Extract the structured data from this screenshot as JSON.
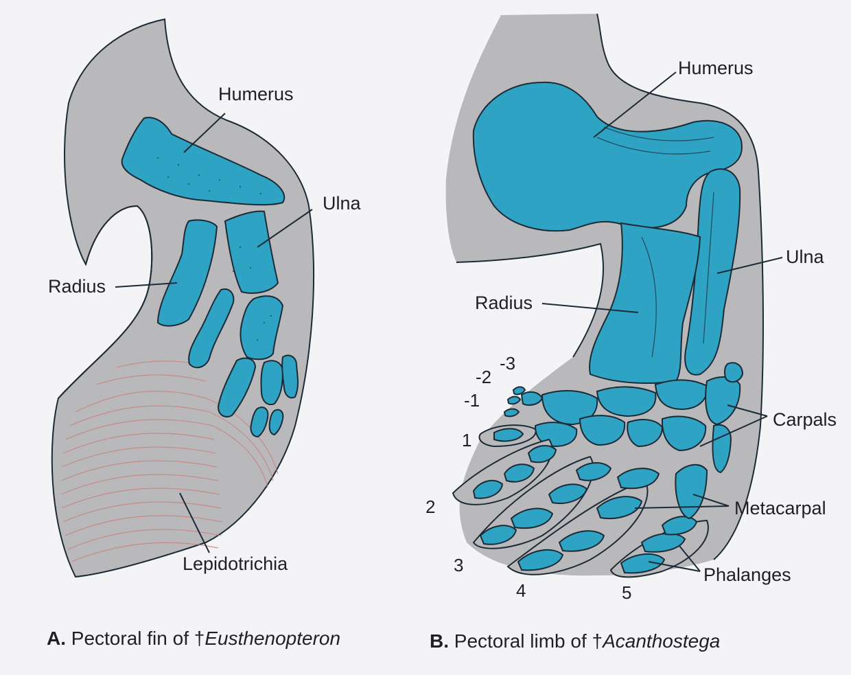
{
  "colors": {
    "page_background": "#f4f4f6",
    "body_outline_fill": "#b9b9bc",
    "bone": "#2ea3c4",
    "bone_outline": "#1c2a35",
    "lepidotrichia_lines": "#c9827c",
    "text": "#1f1f24"
  },
  "panel_a": {
    "labels": {
      "humerus": "Humerus",
      "ulna": "Ulna",
      "radius": "Radius",
      "lepidotrichia": "Lepidotrichia"
    },
    "caption": {
      "letter": "A.",
      "text": "Pectoral fin of †",
      "taxon": "Eusthenopteron"
    }
  },
  "panel_b": {
    "labels": {
      "humerus": "Humerus",
      "ulna": "Ulna",
      "radius": "Radius",
      "carpals": "Carpals",
      "metacarpal": "Metacarpal",
      "phalanges": "Phalanges"
    },
    "digit_numbers": [
      "-3",
      "-2",
      "-1",
      "1",
      "2",
      "3",
      "4",
      "5"
    ],
    "caption": {
      "letter": "B.",
      "text": "Pectoral limb of †",
      "taxon": "Acanthostega"
    }
  }
}
